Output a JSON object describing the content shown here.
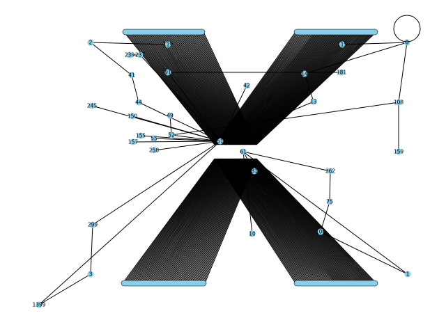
{
  "chart_data": {
    "type": "network",
    "node_color": "#87ceeb",
    "edge_color": "#000000",
    "nodes": [
      {
        "id": "2",
        "label": "2"
      },
      {
        "id": "0",
        "label": "0"
      },
      {
        "id": "3",
        "label": "3"
      },
      {
        "id": "1",
        "label": "1"
      },
      {
        "id": "1399",
        "label": "1399"
      },
      {
        "id": "41",
        "label": "41"
      },
      {
        "id": "44",
        "label": "44"
      },
      {
        "id": "119",
        "label": "119"
      },
      {
        "id": "115",
        "label": "115"
      },
      {
        "id": "181",
        "label": "181"
      },
      {
        "id": "239",
        "label": "239"
      },
      {
        "id": "237",
        "label": "237"
      },
      {
        "id": "245",
        "label": "245"
      },
      {
        "id": "150",
        "label": "150"
      },
      {
        "id": "155",
        "label": "155"
      },
      {
        "id": "157",
        "label": "157"
      },
      {
        "id": "55",
        "label": "55"
      },
      {
        "id": "258",
        "label": "258"
      },
      {
        "id": "49",
        "label": "49"
      },
      {
        "id": "52",
        "label": "52"
      },
      {
        "id": "13",
        "label": "13"
      },
      {
        "id": "108",
        "label": "108"
      },
      {
        "id": "159",
        "label": "159"
      },
      {
        "id": "262",
        "label": "262"
      },
      {
        "id": "75",
        "label": "75"
      },
      {
        "id": "106",
        "label": "106"
      },
      {
        "id": "299",
        "label": "299"
      },
      {
        "id": "91",
        "label": "91"
      },
      {
        "id": "51",
        "label": "51"
      },
      {
        "id": "61",
        "label": "61"
      },
      {
        "id": "81",
        "label": "81"
      },
      {
        "id": "42",
        "label": "42"
      },
      {
        "id": "14",
        "label": "14"
      },
      {
        "id": "10",
        "label": "10"
      }
    ],
    "edges": [
      [
        "2",
        "41"
      ],
      [
        "2",
        "119"
      ],
      [
        "41",
        "44"
      ],
      [
        "44",
        "51"
      ],
      [
        "0",
        "115"
      ],
      [
        "0",
        "14"
      ],
      [
        "0",
        "108"
      ],
      [
        "1",
        "106"
      ],
      [
        "1",
        "61"
      ],
      [
        "3",
        "299"
      ],
      [
        "3",
        "1399"
      ],
      [
        "1399",
        "51"
      ],
      [
        "108",
        "159"
      ],
      [
        "108",
        "52"
      ],
      [
        "14",
        "13"
      ],
      [
        "13",
        "51"
      ],
      [
        "262",
        "75"
      ],
      [
        "75",
        "106"
      ],
      [
        "262",
        "61"
      ],
      [
        "245",
        "51"
      ],
      [
        "150",
        "51"
      ],
      [
        "155",
        "51"
      ],
      [
        "157",
        "51"
      ],
      [
        "55",
        "51"
      ],
      [
        "258",
        "51"
      ],
      [
        "49",
        "52"
      ],
      [
        "52",
        "51"
      ],
      [
        "239",
        "237"
      ],
      [
        "237",
        "51"
      ],
      [
        "181",
        "91"
      ],
      [
        "91",
        "51"
      ],
      [
        "42",
        "51"
      ],
      [
        "10",
        "61"
      ],
      [
        "81",
        "61"
      ],
      [
        "299",
        "51"
      ]
    ]
  }
}
